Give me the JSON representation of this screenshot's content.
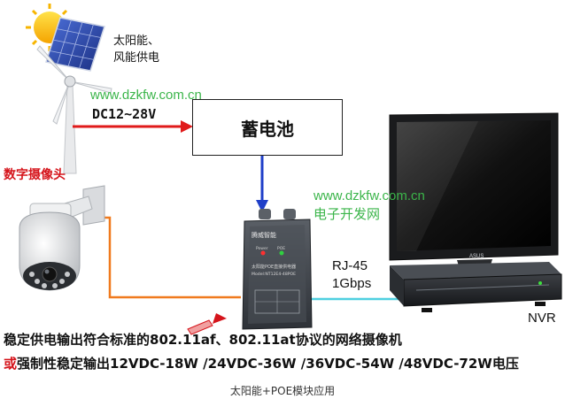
{
  "labels": {
    "solar_line1": "太阳能、",
    "solar_line2": "风能供电",
    "dc_voltage": "DC12~28V",
    "battery": "蓄电池",
    "camera": "数字摄像头",
    "rj45": "RJ-45",
    "gbps": "1Gbps",
    "nvr": "NVR"
  },
  "watermarks": {
    "url_top": "www.dzkfw.com.cn",
    "url_mid": "www.dzkfw.com.cn",
    "site_name": "电子开发网"
  },
  "poe_module": {
    "brand": "腾威智能",
    "desc_line": "太阳能POE直接供电器",
    "model": "Model:NT12E4-48POE",
    "power_label": "Power",
    "poe_label": "POE"
  },
  "monitor": {
    "brand": "ASUS"
  },
  "description": {
    "line1": "稳定供电输出符合标准的802.11af、802.11at协议的网络摄像机",
    "line2_prefix": "或",
    "line2_rest": "强制性稳定输出12VDC-18W /24VDC-36W /36VDC-54W /48VDC-72W电压"
  },
  "caption": "太阳能+POE模块应用",
  "colors": {
    "red_wire": "#e01a1a",
    "blue_wire": "#1f3fc8",
    "orange_wire": "#f07a1e",
    "cyan_wire": "#4fd0e0",
    "watermark": "#3bb54a",
    "accent_red": "#d5141b"
  }
}
